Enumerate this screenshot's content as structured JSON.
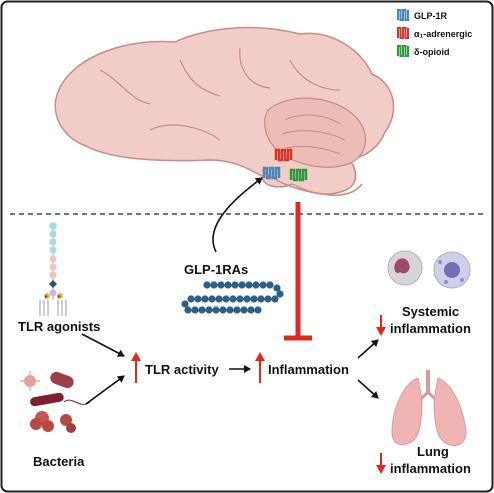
{
  "legend": {
    "items": [
      {
        "label": "GLP-1R",
        "color": "#4a86b8"
      },
      {
        "label": "α₁-adrenergic",
        "color": "#d8342c"
      },
      {
        "label": "δ-opioid",
        "color": "#2f9a3c"
      }
    ]
  },
  "labels": {
    "drug": "GLP-1RAs",
    "tlr_agonists": "TLR agonists",
    "bacteria": "Bacteria",
    "tlr_activity": "TLR activity",
    "inflammation": "Inflammation",
    "systemic_line1": "Systemic",
    "systemic_line2": "inflammation",
    "lung_line1": "Lung",
    "lung_line2": "inflammation",
    "phosphate": "P"
  },
  "colors": {
    "brain_fill": "#f2cdc8",
    "brain_stroke": "#c98a86",
    "up_arrow": "#e0281e",
    "down_arrow": "#e0281e",
    "inhibit": "#e0281e",
    "peptide": "#2f5f86",
    "lung": "#f0b5b3"
  }
}
